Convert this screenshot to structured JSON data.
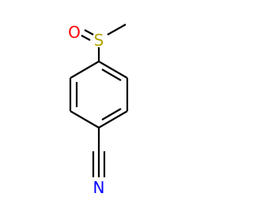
{
  "molecule": {
    "atoms": {
      "oxygen": {
        "symbol": "O",
        "color": "#ff0000"
      },
      "sulfur": {
        "symbol": "S",
        "color": "#b5a400"
      },
      "nitrogen": {
        "symbol": "N",
        "color": "#0000ff"
      }
    },
    "bond_color": "#000000"
  }
}
